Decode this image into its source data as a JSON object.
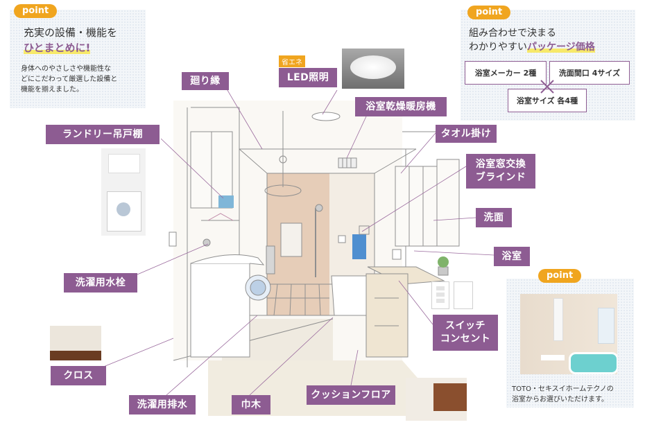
{
  "point_label": "point",
  "top_left": {
    "title_line1": "充実の設備・機能を",
    "title_line2": "ひとまとめに!",
    "body": [
      "身体へのやさしさや機能性な",
      "どにこだわって厳選した設備と",
      "機能を揃えました。"
    ]
  },
  "top_right": {
    "title_line1": "組み合わせで決まる",
    "title_line2_plain": "わかりやすい",
    "title_line2_highlight": "パッケージ価格",
    "options": [
      "浴室メーカー 2種",
      "洗面間口 4サイズ",
      "浴室サイズ 各4種"
    ]
  },
  "eco_tag": "省エネ",
  "labels": {
    "mawaribuchi": "廻り縁",
    "led": "LED照明",
    "bath_dryer": "浴室乾燥暖房機",
    "laundry_cabinet": "ランドリー吊戸棚",
    "towel": "タオル掛け",
    "window_blind_1": "浴室窓交換",
    "window_blind_2": "ブラインド",
    "washbasin": "洗面",
    "bathroom": "浴室",
    "faucet": "洗濯用水栓",
    "switch_1": "スイッチ",
    "switch_2": "コンセント",
    "cloth": "クロス",
    "drain": "洗濯用排水",
    "baseboard": "巾木",
    "floor": "クッションフロア"
  },
  "bottom_right": {
    "caption": [
      "TOTO・セキスイホームテクノの",
      "浴室からお選びいただけます。"
    ]
  },
  "colors": {
    "label_bg": "#8d5c92",
    "point_badge": "#f0a51f",
    "highlight_yellow": "#f7e96a",
    "highlight_text": "#8d5c92"
  }
}
